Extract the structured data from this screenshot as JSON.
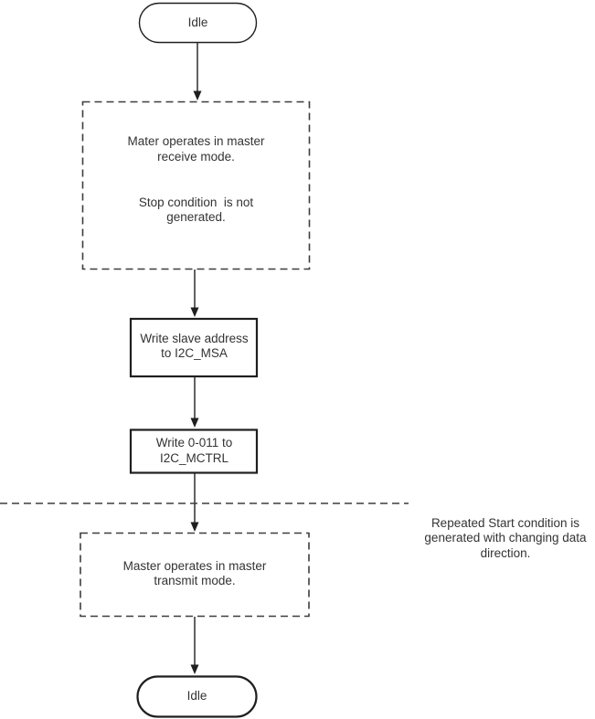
{
  "diagram": {
    "title": "I2C master receive to repeated start flowchart",
    "colors": {
      "solid_line": "#1f1f1f",
      "dashed_line": "#3d3d3d",
      "text": "#333333",
      "background": "#ffffff"
    },
    "nodes": {
      "idle_start": {
        "label": "Idle"
      },
      "receive_state": {
        "text1": "Mater operates in master\nreceive mode.",
        "text2": "Stop condition  is not\ngenerated."
      },
      "write_slave_address": {
        "label": "Write slave address\nto I2C_MSA"
      },
      "write_mctrl": {
        "label": "Write 0-011 to\nI2C_MCTRL"
      },
      "transmit_state": {
        "label": "Master operates in master\ntransmit mode."
      },
      "idle_end": {
        "label": "Idle"
      }
    },
    "annotation": {
      "text": "Repeated Start condition is\ngenerated with changing data\ndirection."
    }
  }
}
